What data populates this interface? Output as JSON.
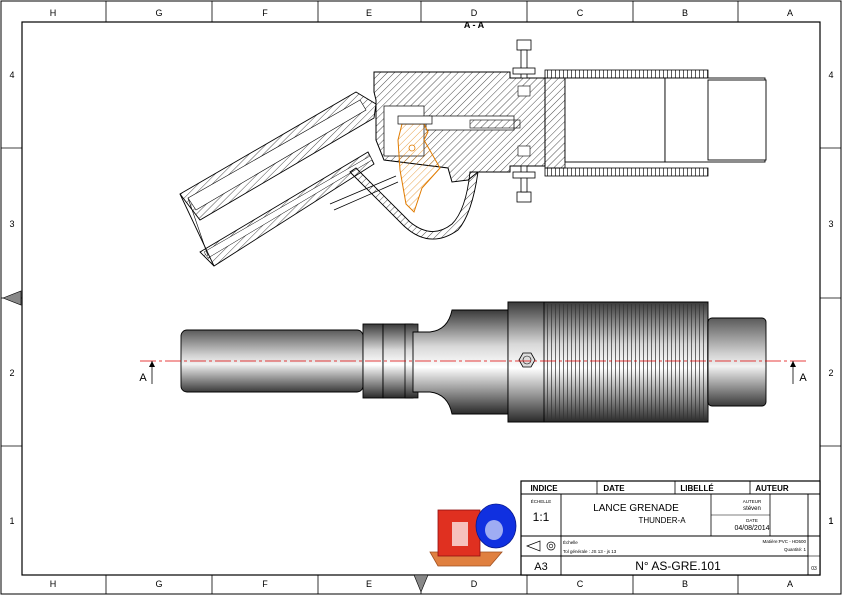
{
  "frame": {
    "columns": [
      "H",
      "G",
      "F",
      "E",
      "D",
      "C",
      "B",
      "A"
    ],
    "rows": [
      "4",
      "3",
      "2",
      "1"
    ]
  },
  "section_title": "A - A",
  "section_marker": "A",
  "title_block": {
    "headers": {
      "indice": "INDICE",
      "date": "DATE",
      "libelle": "LIBELLÉ",
      "auteur": "AUTEUR"
    },
    "echelle_label": "ÉCHELLE",
    "echelle_value": "1:1",
    "title": "LANCE GRENADE",
    "subtitle": "THUNDER-A",
    "auteur_label": "AUTEUR",
    "auteur_value": "stéven",
    "date_label": "DATE",
    "date_value": "04/08/2014",
    "scale_text": "Échelle",
    "tolerance_text": "Tol générale : JS 13 - js 13",
    "matiere_text": "Matière:PVC - HD500",
    "quantite_text": "Quantité: 1",
    "format": "A3",
    "drawing_number": "N° AS-GRE.101",
    "sheet_index": "1",
    "sheet_bottom": "03"
  },
  "colors": {
    "frame": "#000000",
    "hatch": "#000000",
    "orange_part": "#e07b00",
    "axis": "#e00000",
    "logo_red": "#e03020",
    "logo_blue": "#1030e0",
    "logo_orange": "#e08040"
  }
}
